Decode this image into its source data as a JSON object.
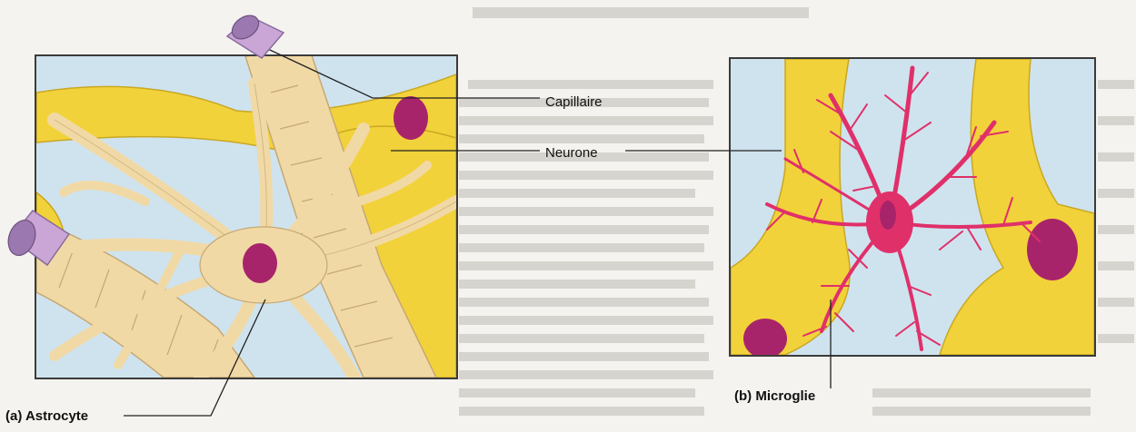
{
  "labels": {
    "capillaire": "Capillaire",
    "neurone": "Neurone",
    "astrocyte": "(a) Astrocyte",
    "microglie": "(b) Microglie"
  },
  "colors": {
    "capillary": "#c9a6d6",
    "neuron": "#f2d23a",
    "astrocyte": "#f1d9a6",
    "nucleus": "#a8246a",
    "microglia": "#e0306a",
    "background": "#cfe3ee"
  }
}
